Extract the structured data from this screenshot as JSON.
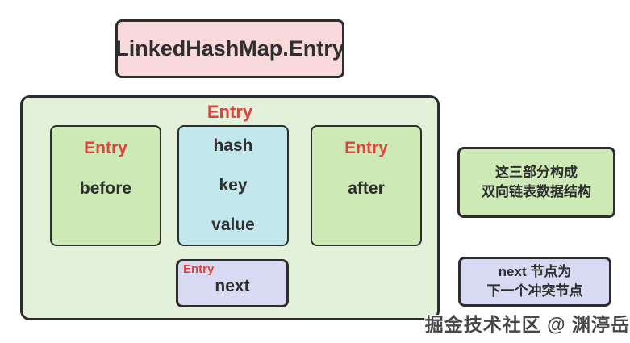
{
  "colors": {
    "pink": "#f9d9db",
    "container_green": "#e4f1da",
    "box_green": "#cdeab6",
    "cyan": "#c2e8ee",
    "purple": "#d7daf2",
    "border": "#2d2d2d",
    "red": "#e2413c",
    "dark_text": "#2f2f2f"
  },
  "title_box": {
    "label": "LinkedHashMap.Entry"
  },
  "entry_container": {
    "title": "Entry",
    "before_box": {
      "title": "Entry",
      "field": "before"
    },
    "core_box": {
      "fields": [
        "hash",
        "key",
        "value"
      ]
    },
    "after_box": {
      "title": "Entry",
      "field": "after"
    },
    "next_box": {
      "title": "Entry",
      "field": "next"
    }
  },
  "notes": {
    "doubly_linked": {
      "line1": "这三部分构成",
      "line2": "双向链表数据结构"
    },
    "next_node": {
      "line1": "next 节点为",
      "line2": "下一个冲突节点"
    }
  },
  "watermark": "掘金技术社区 @ 渊渟岳"
}
